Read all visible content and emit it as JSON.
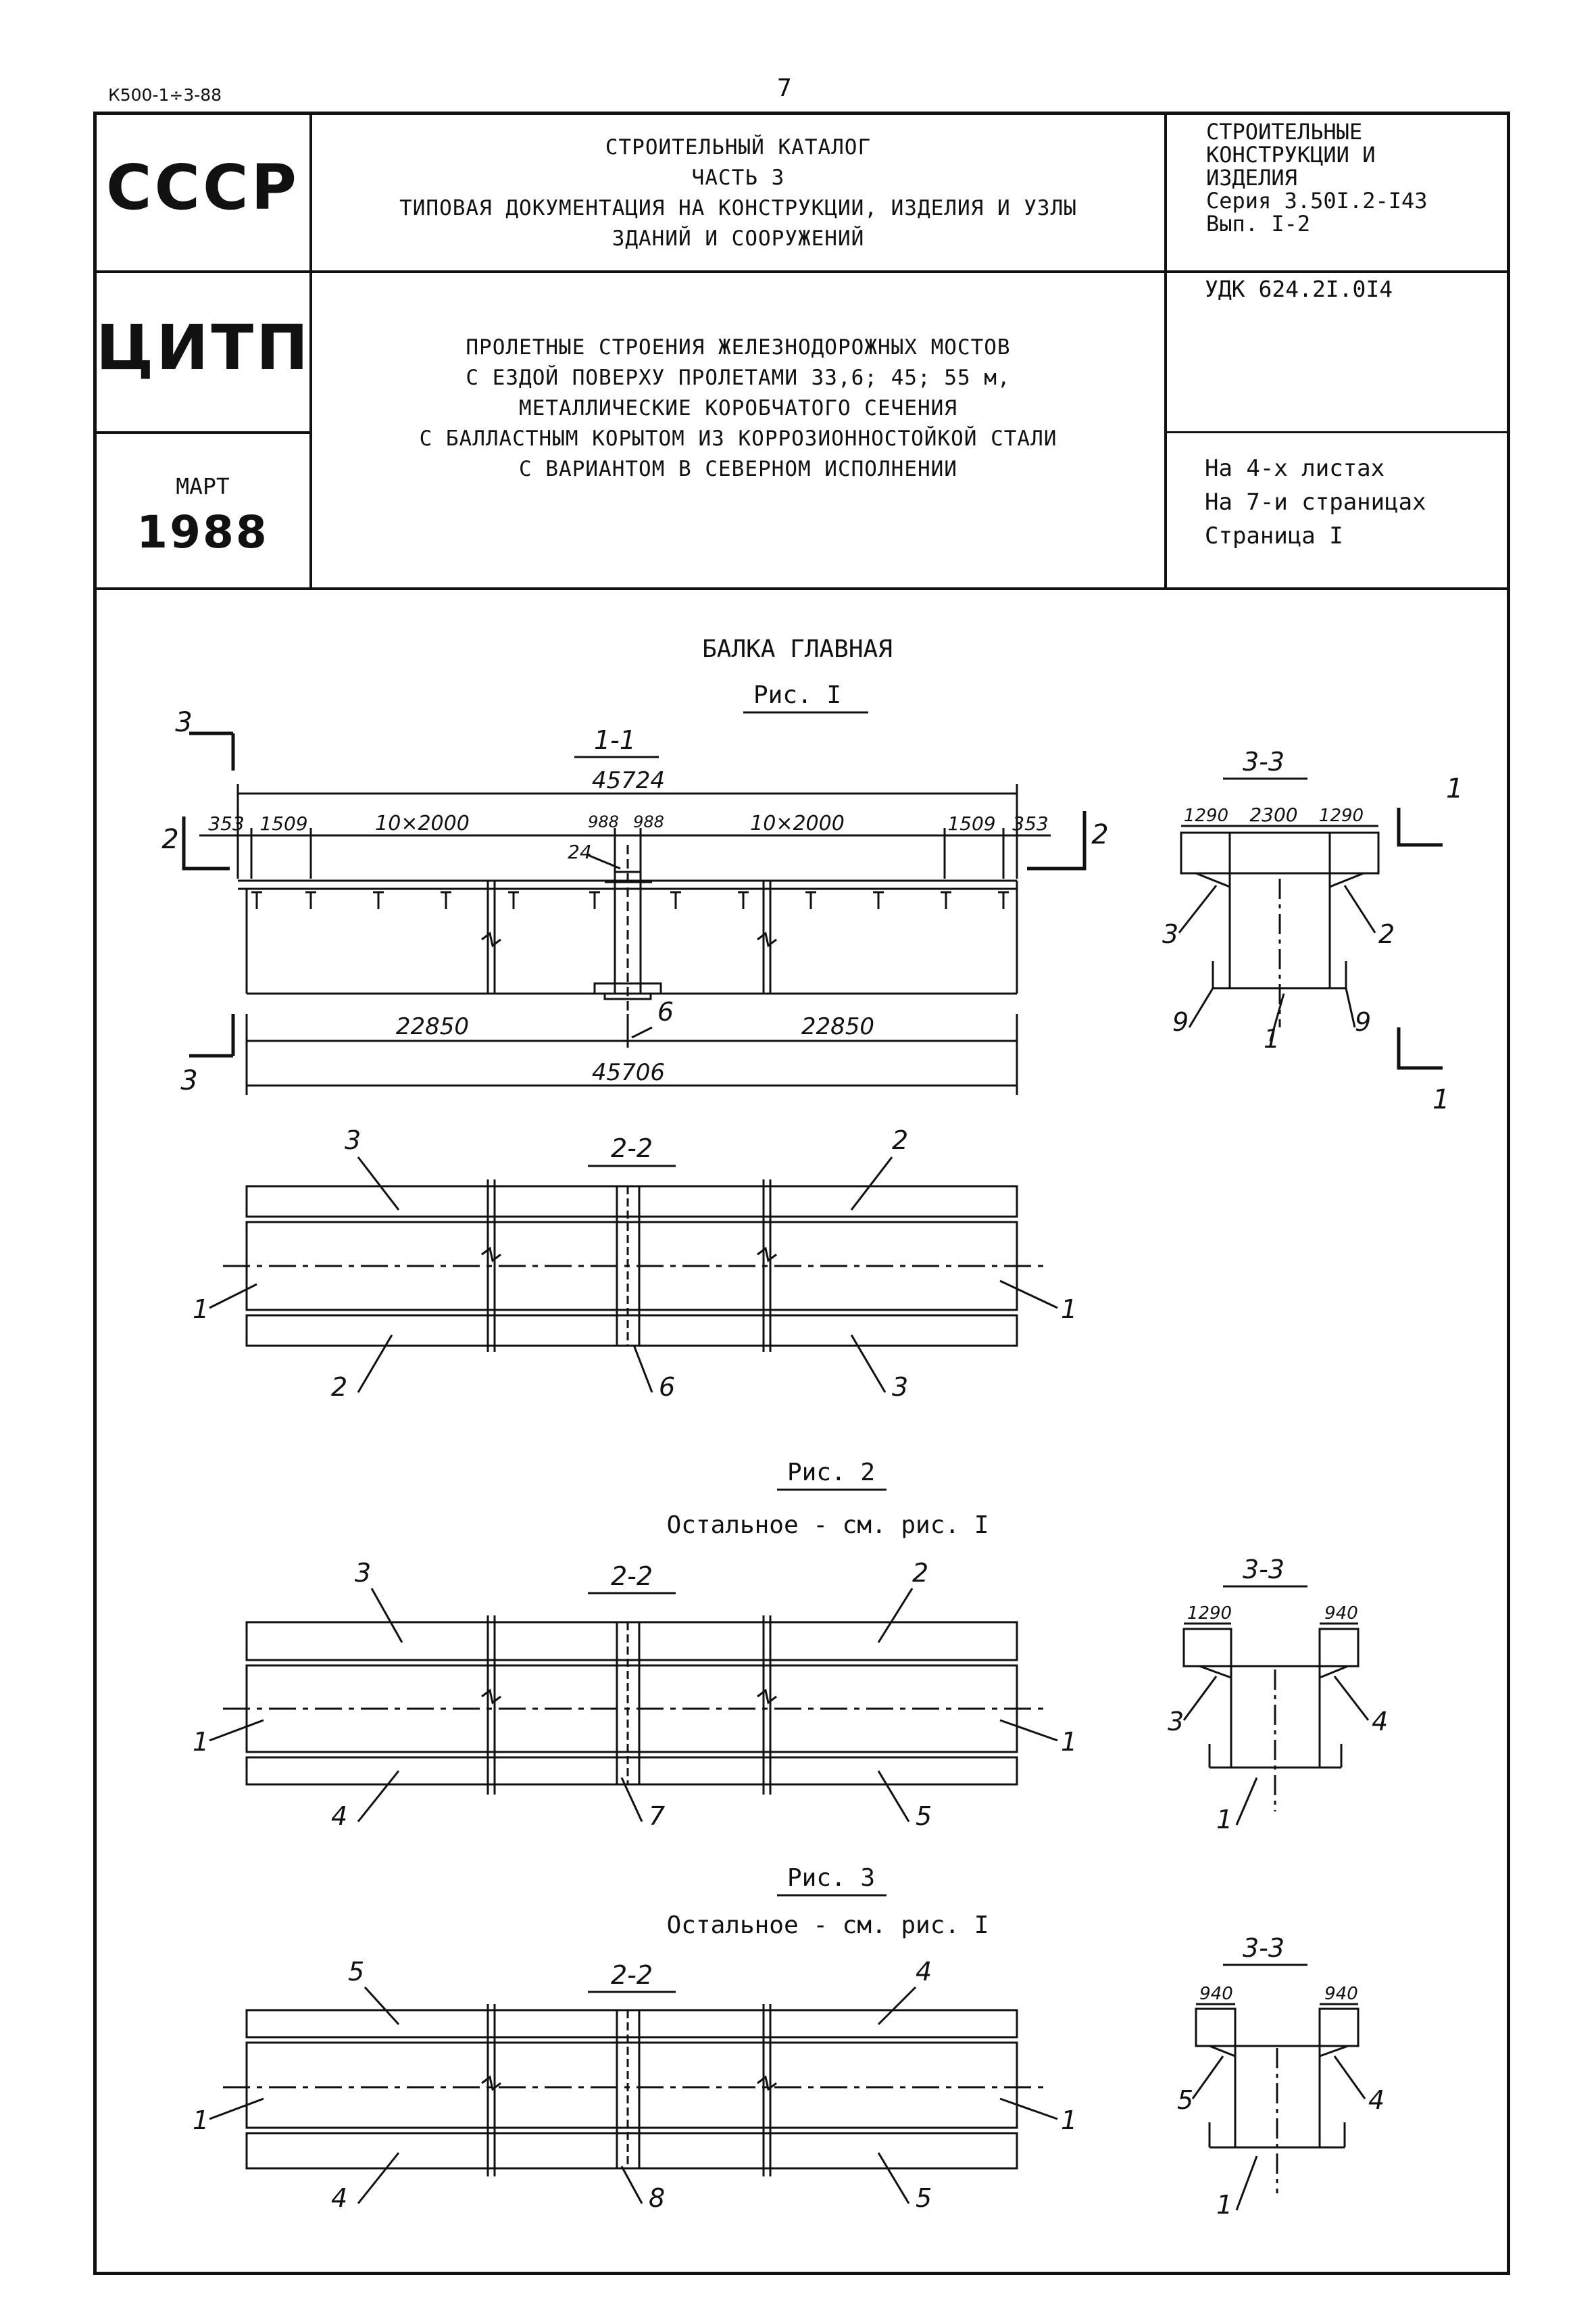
{
  "corner_code": "К500-1÷3-88",
  "page_number": "7",
  "stamp": {
    "country": "СССР",
    "org": "ЦИТП",
    "month": "МАРТ",
    "year": "1988"
  },
  "catalog": {
    "line1": "СТРОИТЕЛЬНЫЙ КАТАЛОГ",
    "line2": "ЧАСТЬ 3",
    "line3": "ТИПОВАЯ ДОКУМЕНТАЦИЯ НА КОНСТРУКЦИИ, ИЗДЕЛИЯ И УЗЛЫ",
    "line4": "ЗДАНИЙ И СООРУЖЕНИЙ"
  },
  "series_block": {
    "line1": "СТРОИТЕЛЬНЫЕ",
    "line2": "КОНСТРУКЦИИ И",
    "line3": "ИЗДЕЛИЯ",
    "line4": "Серия 3.50I.2-I43",
    "line5": "Вып. I-2"
  },
  "udk": "УДК 624.2I.0I4",
  "title": {
    "line1": "ПРОЛЕТНЫЕ СТРОЕНИЯ ЖЕЛЕЗНОДОРОЖНЫХ МОСТОВ",
    "line2": "С ЕЗДОЙ ПОВЕРХУ ПРОЛЕТАМИ 33,6; 45; 55 м,",
    "line3": "МЕТАЛЛИЧЕСКИЕ КОРОБЧАТОГО СЕЧЕНИЯ",
    "line4": "С БАЛЛАСТНЫМ КОРЫТОМ ИЗ КОРРОЗИОННОСТОЙКОЙ СТАЛИ",
    "line5": "С ВАРИАНТОМ В СЕВЕРНОМ ИСПОЛНЕНИИ"
  },
  "sheets": {
    "line1": "На 4-х листах",
    "line2": "На 7-и страницах",
    "line3": "Страница I"
  },
  "drawing": {
    "heading": "БАЛКА ГЛАВНАЯ",
    "fig1": "Рис. I",
    "fig2": "Рис. 2",
    "fig3": "Рис. 3",
    "rest_note": "Остальное - см. рис. I",
    "sec11": "1-1",
    "sec22": "2-2",
    "sec33": "3-3",
    "cut2": "2",
    "cut3": "3",
    "cut1": "1",
    "dim_total_top": "45724",
    "dim_total_bottom": "45706",
    "dim_half": "22850",
    "dim_353": "353",
    "dim_1509": "1509",
    "dim_10x2000": "10×2000",
    "dim_988": "988",
    "dim_24": "24",
    "dim_1290": "1290",
    "dim_2300": "2300",
    "dim_940": "940",
    "pos": [
      "1",
      "2",
      "3",
      "4",
      "5",
      "6",
      "7",
      "8",
      "9"
    ]
  }
}
